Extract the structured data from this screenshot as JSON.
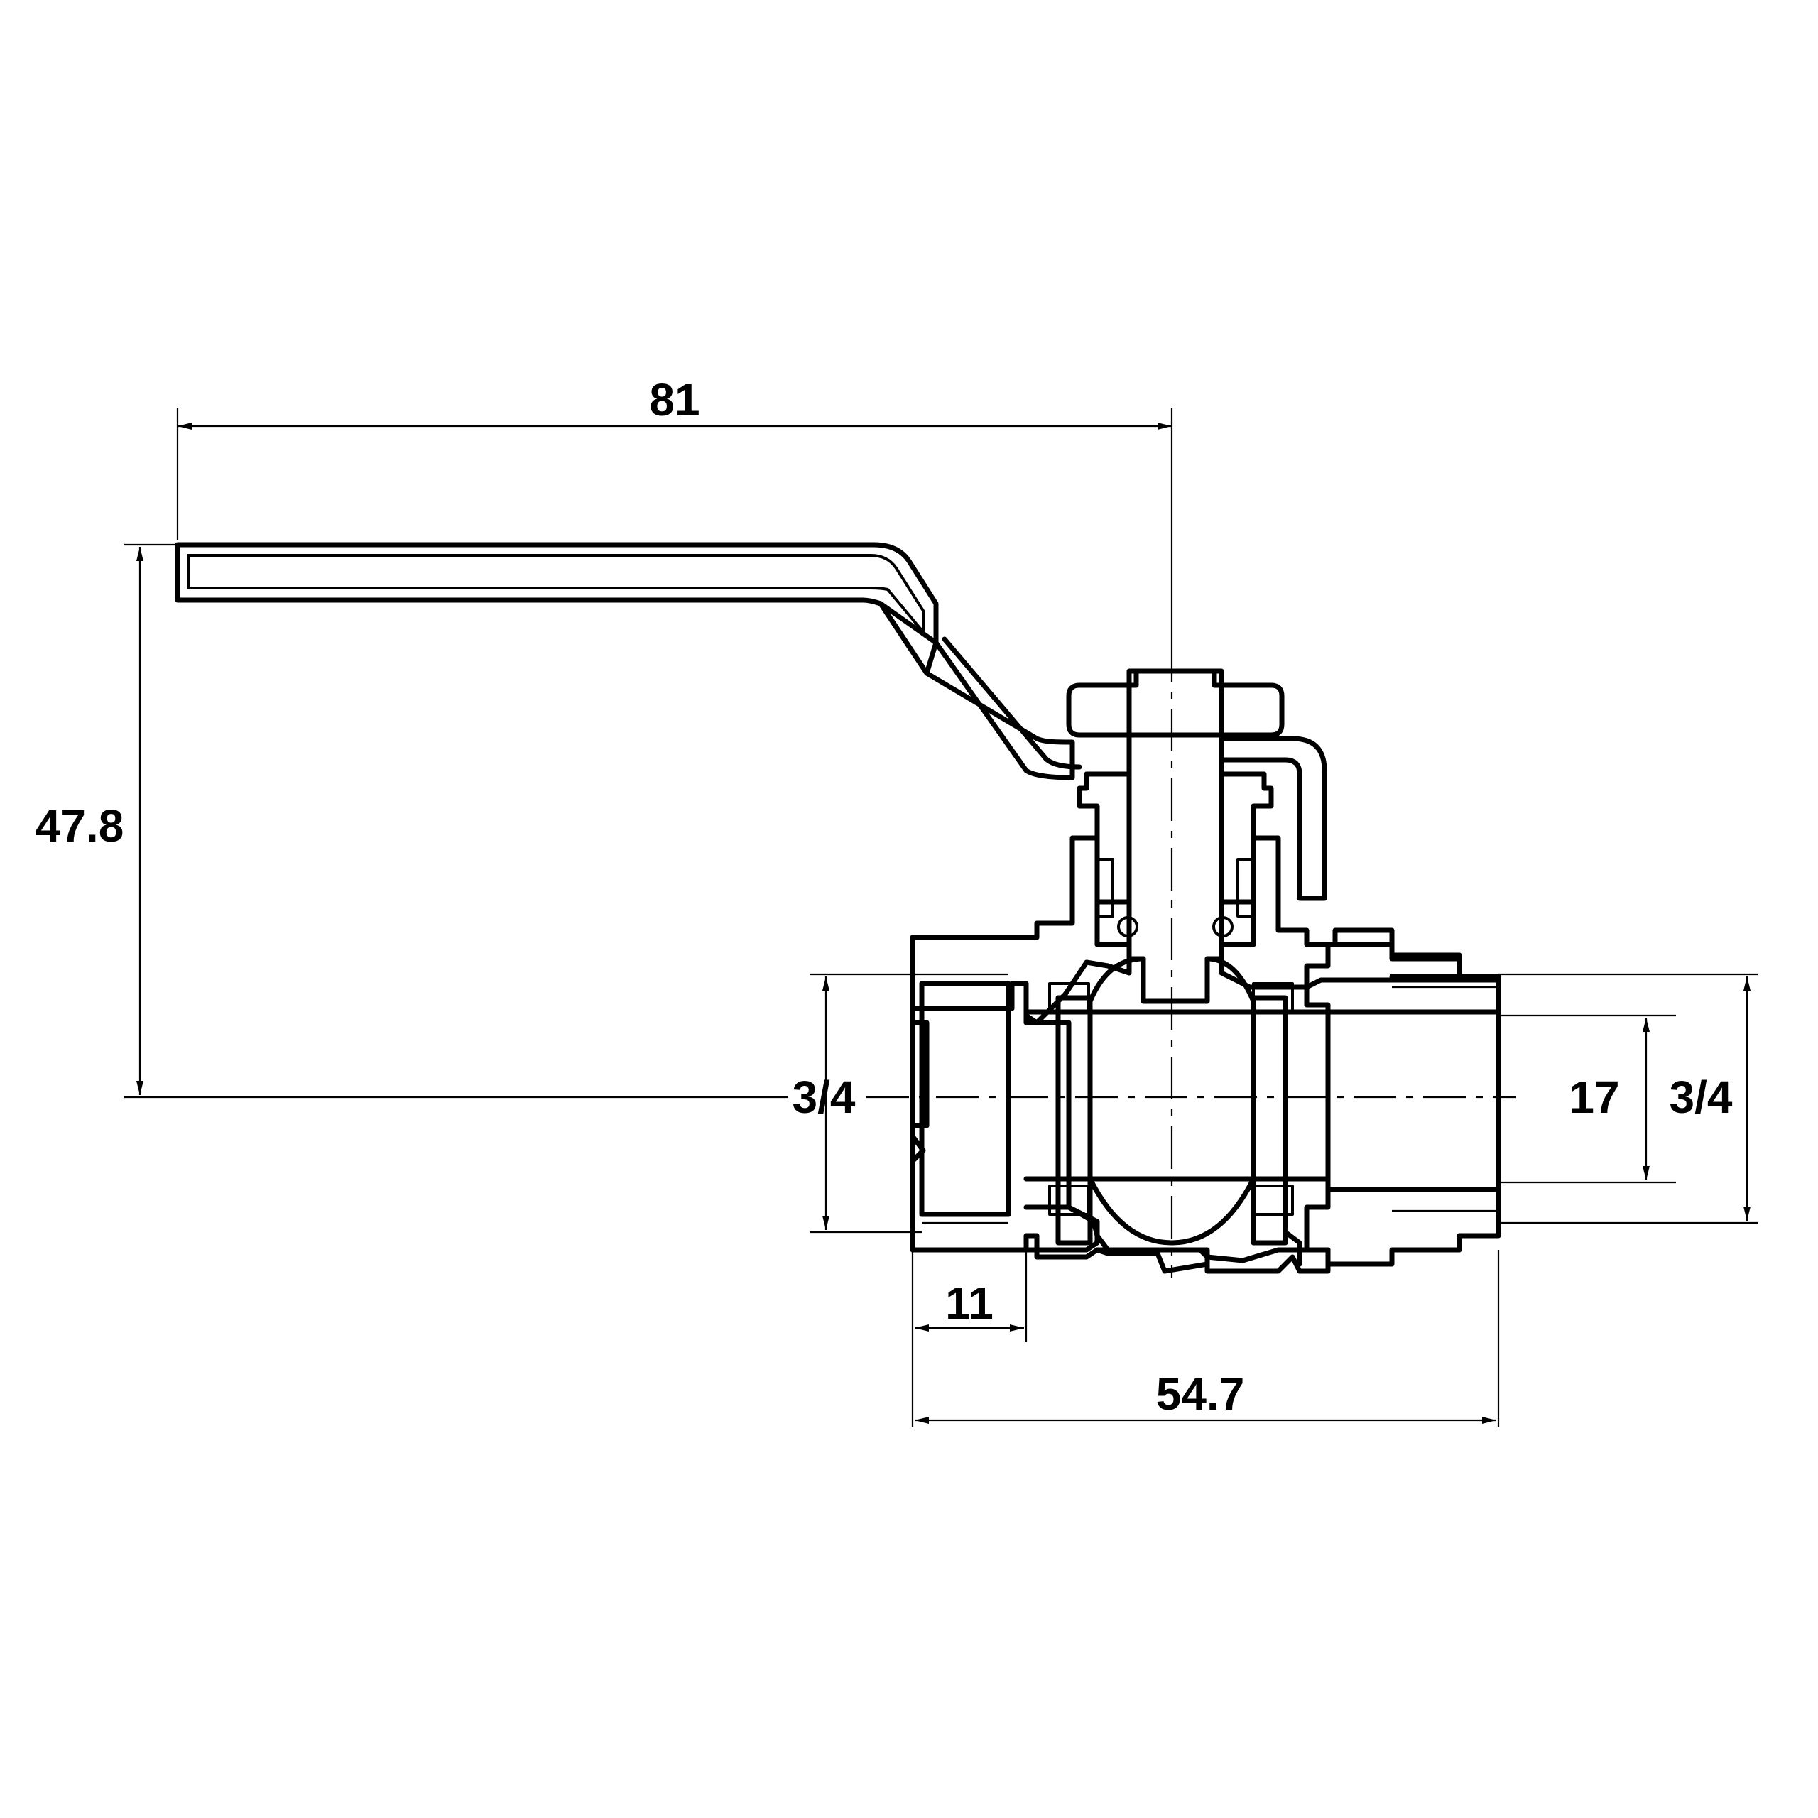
{
  "dimensions": {
    "handle_length": "81",
    "height": "47.8",
    "left_thread": "3/4",
    "right_bore": "17",
    "right_thread": "3/4",
    "left_thread_depth": "11",
    "overall_length": "54.7"
  },
  "colors": {
    "line": "#000000",
    "background": "#ffffff"
  }
}
